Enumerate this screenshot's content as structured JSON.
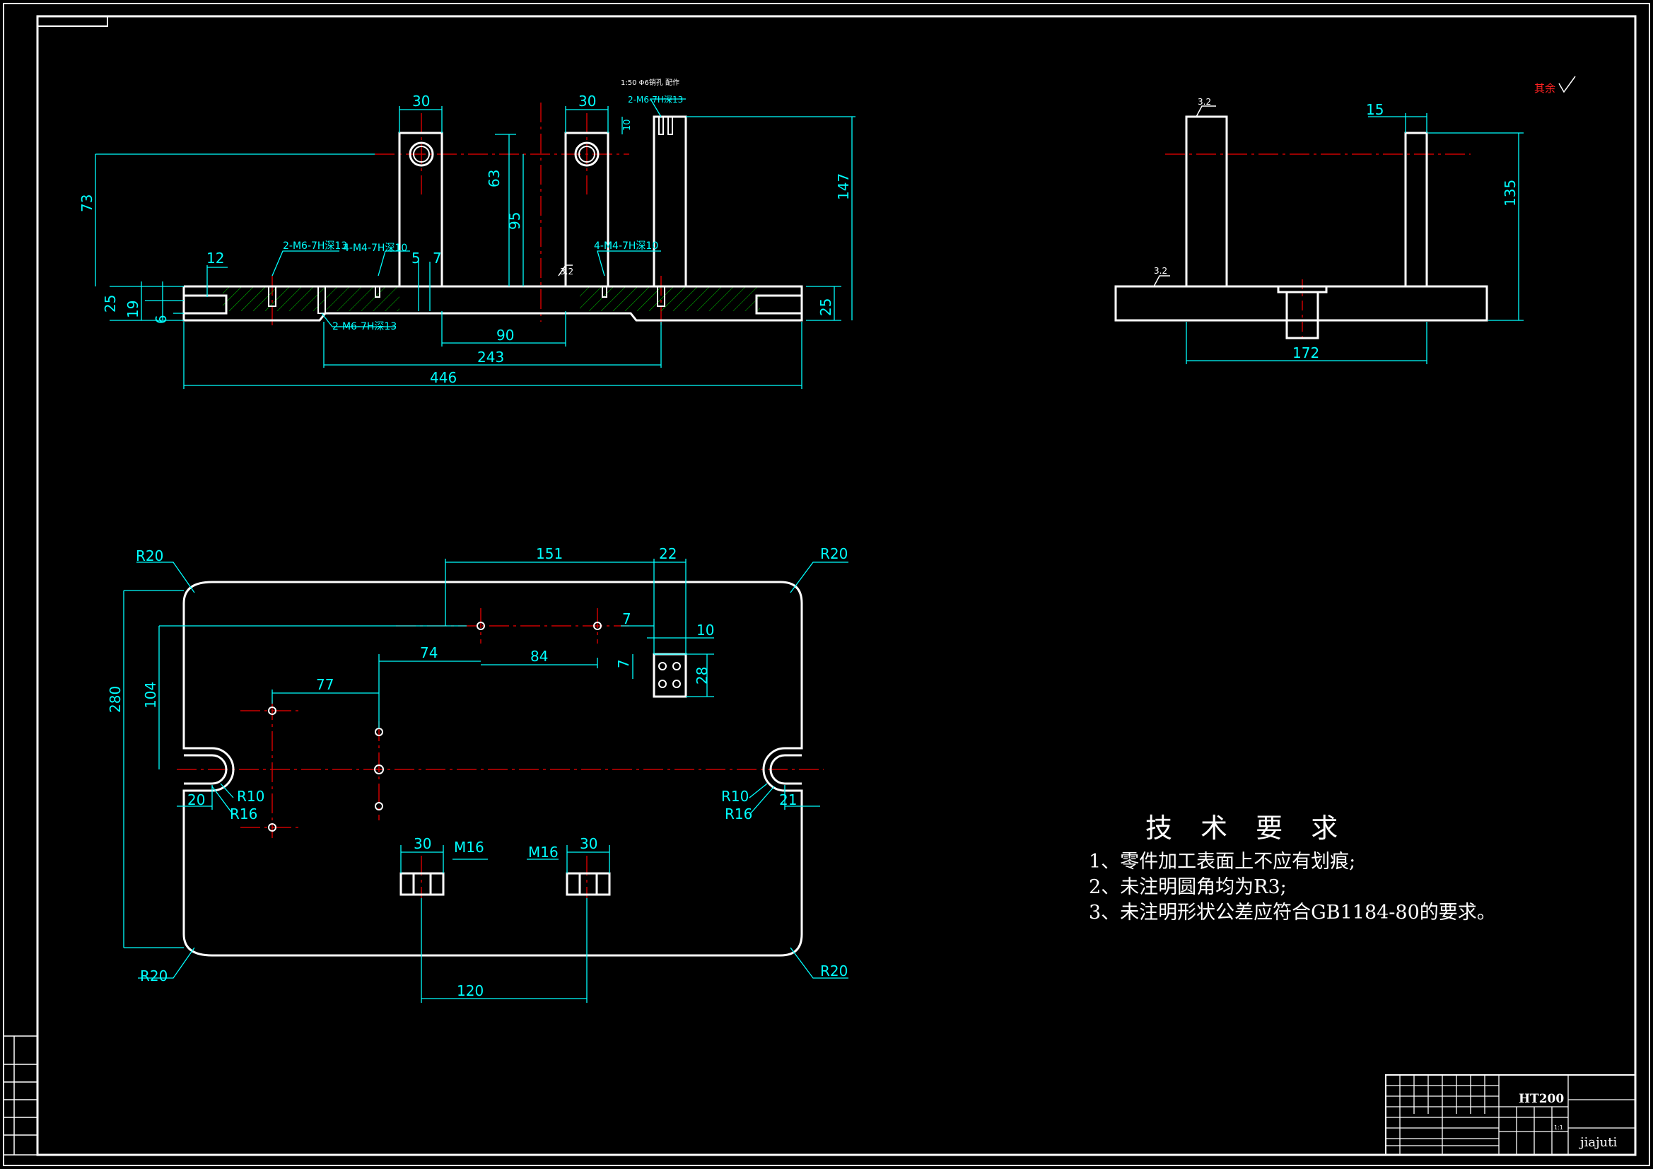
{
  "technical_requirements": {
    "title": "技 术 要 求",
    "items": [
      "1、零件加工表面上不应有划痕;",
      "2、未注明圆角均为R3;",
      "3、未注明形状公差应符合GB1184-80的要求。"
    ]
  },
  "title_block": {
    "material": "HT200",
    "watermark": "jiajuti",
    "scale": "1:1"
  },
  "surface_finish": {
    "other": "其余",
    "value": "3.2"
  },
  "front_view": {
    "dims": {
      "w30a": "30",
      "w30b": "30",
      "d63": "63",
      "d95": "95",
      "d73": "73",
      "d147": "147",
      "d12": "12",
      "d5": "5",
      "d7": "7",
      "d25l": "25",
      "d19": "19",
      "d6": "6",
      "d25r": "25",
      "d90": "90",
      "d243": "243",
      "d446": "446",
      "d10": "10"
    },
    "callouts": {
      "m6_top": "2-M6-7H深13",
      "m4_left": "4-M4-7H深10",
      "m4_right": "4-M4-7H深10",
      "m6_bottom": "2-M6-7H深13",
      "m6_top_right": "2-M6-7H深13",
      "cone": "1:50 Φ6销孔 配作"
    }
  },
  "side_view": {
    "dims": {
      "d15": "15",
      "d135": "135",
      "d172": "172"
    }
  },
  "top_view": {
    "dims": {
      "r20_tl": "R20",
      "r20_tr": "R20",
      "r20_bl": "R20",
      "r20_br": "R20",
      "d151": "151",
      "d22": "22",
      "d7a": "7",
      "d10": "10",
      "d7b": "7",
      "d28": "28",
      "d74": "74",
      "d84": "84",
      "d77": "77",
      "d280": "280",
      "d104": "104",
      "r10_l": "R10",
      "r16_l": "R16",
      "r10_r": "R10",
      "r16_r": "R16",
      "d20": "20",
      "d21": "21",
      "d30a": "30",
      "d30b": "30",
      "m16a": "M16",
      "m16b": "M16",
      "d120": "120"
    }
  }
}
